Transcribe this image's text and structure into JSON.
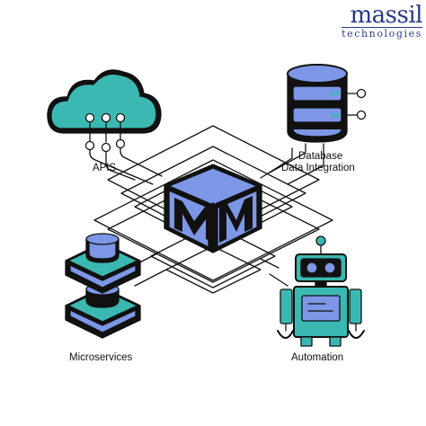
{
  "brand": {
    "name": "massil",
    "subtitle": "technologies"
  },
  "nodes": {
    "apis": {
      "label": "APIS"
    },
    "database": {
      "label_line1": "Database",
      "label_line2": "Data Integration"
    },
    "microservices": {
      "label": "Microservices"
    },
    "automation": {
      "label": "Automation"
    },
    "center": {
      "letter": "M"
    }
  },
  "colors": {
    "teal": "#3bb8b1",
    "blue": "#7d97e6",
    "dark": "#111111",
    "brand": "#2a3a8c"
  }
}
